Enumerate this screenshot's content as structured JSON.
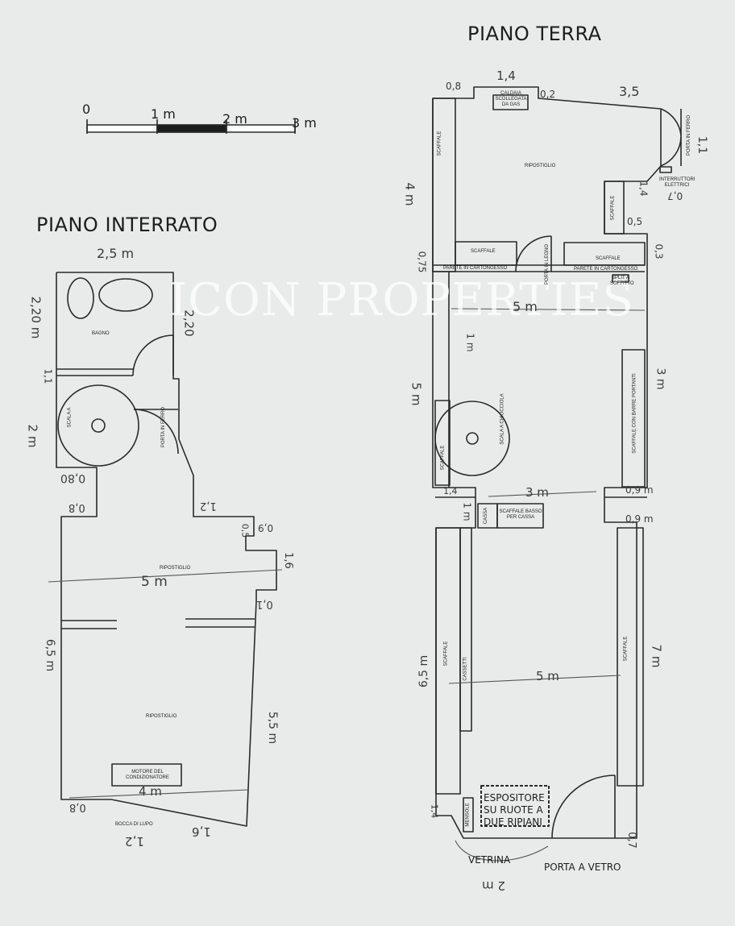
{
  "headings": {
    "ground_floor": "PIANO TERRA",
    "basement": "PIANO INTERRATO"
  },
  "watermark": "ICON PROPERTIES",
  "scale_bar": {
    "labels": [
      "0",
      "1 m",
      "2 m",
      "3 m"
    ]
  },
  "basement": {
    "rooms": {
      "bagno": "BAGNO",
      "ripostiglio_1": "RIPOSTIGLIO",
      "ripostiglio_2": "RIPOSTIGLIO"
    },
    "labels": {
      "scala": "SCALA A",
      "porta_ferro": "PORTA IN FERRO",
      "motore": "MOTORE DEL CONDIZIONATORE",
      "bocca": "BOCCA DI LUPO"
    },
    "dims": {
      "top": "2,5 m",
      "bagno_left": "2,20 m",
      "bagno_right": "2,20",
      "step": "1,1",
      "stair": "2 m",
      "narrow_h": "0,80",
      "narrow_v": "0,8",
      "w_1": "1,2",
      "corner_1": "0,9",
      "corner_2": "0,5",
      "right_1": "1,6",
      "width_5": "5 m",
      "small_right": "0,1",
      "left_65": "6,5 m",
      "right_55": "5,5 m",
      "width_4": "4 m",
      "bottom_left": "0,8",
      "bottom_1": "1,2",
      "bottom_2": "1,6"
    }
  },
  "ground": {
    "rooms": {
      "ripostiglio": "RIPOSTIGLIO"
    },
    "labels": {
      "caldaia": "CALDAIA SCOLLEGATA DA GAS",
      "porta_ferro": "PORTA IN FERRO",
      "interruttori": "INTERRUTTORI ELETTRICI",
      "scaffale_top_left": "SCAFFALE",
      "scaffale_mid_left": "SCAFFALE",
      "scaffale_mid_right": "SCAFFALE",
      "scaffale_small": "SCAFFALE",
      "porta_legno": "PORTA IN LEGNO",
      "parete_1": "PARETE IN CARTONGESSO",
      "parete_2": "PARETE IN CARTONGESSO",
      "soffitto": "SPLIT A SOFFITTO",
      "scaffale_barre": "SCAFFALE CON BARRE PORTANTI",
      "scala": "SCALA A CHIOCCIOLA",
      "scaffale_stair": "SCAFFALE",
      "cassa": "CASSA",
      "scaffale_basso": "SCAFFALE BASSO PER CASSA",
      "scaffale_left": "SCAFFALE",
      "cassetti": "CASSETTI",
      "scaffale_right": "SCAFFALE",
      "vetrina": "VETRINA",
      "porta_vetro": "PORTA A VETRO",
      "espositore": [
        "ESPOSITORE",
        "SU RUOTE A",
        "DUE RIPIANI"
      ],
      "mensole": "MENSOLE"
    },
    "dims": {
      "top_1": "1,4",
      "top_08": "0,8",
      "top_02": "0,2",
      "top_35": "3,5",
      "right_door": "1,1",
      "left_4": "4 m",
      "right_14": "1,4",
      "right_07": "0,7",
      "right_05": "0,5",
      "right_03": "0,3",
      "left_075": "0,75",
      "width_5": "5 m",
      "inner_1": "1 m",
      "left_5": "5 m",
      "right_3": "3 m",
      "stair_w": "3 m",
      "left_14": "1,4",
      "r_09": "0,9 m",
      "left_1": "1 m",
      "r_09b": "0,9 m",
      "left_65": "6,5 m",
      "right_7": "7 m",
      "width_5b": "5 m",
      "bottom_14": "1,4",
      "right_07b": "0,7",
      "bottom_2": "2 m"
    }
  }
}
